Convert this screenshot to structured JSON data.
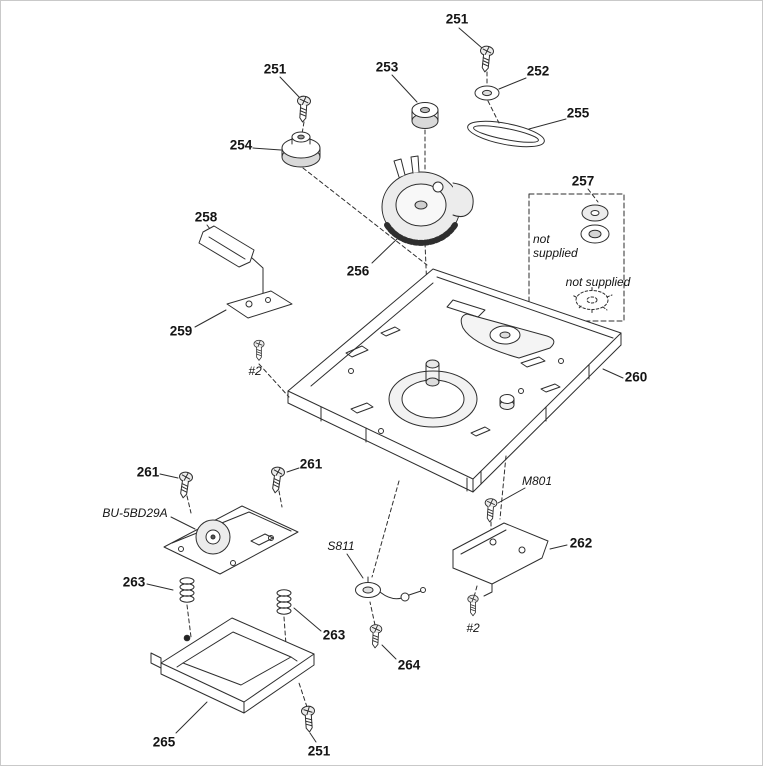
{
  "diagram": {
    "labels": {
      "p251_top": "251",
      "p251_left": "251",
      "p253": "253",
      "p252": "252",
      "p255": "255",
      "p254": "254",
      "p257": "257",
      "p258": "258",
      "p256": "256",
      "p259": "259",
      "hash2_upper": "#2",
      "p260": "260",
      "p261_left": "261",
      "p261_right": "261",
      "bu_5bd29a": "BU-5BD29A",
      "m801": "M801",
      "p262": "262",
      "p263_left": "263",
      "s811": "S811",
      "p263_right": "263",
      "hash2_lower": "#2",
      "p264": "264",
      "p265": "265",
      "p251_bottom": "251",
      "not_supplied_multiline": "not\nsupplied",
      "not_supplied_inline": "not supplied"
    }
  }
}
